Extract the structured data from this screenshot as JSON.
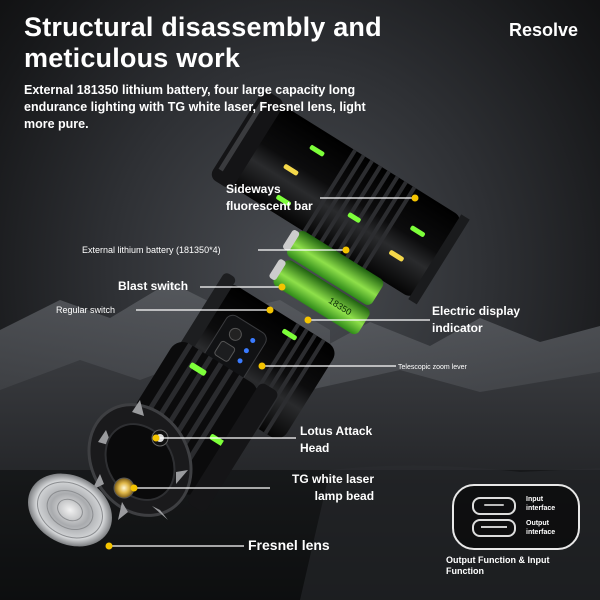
{
  "header": {
    "title_line1": "Structural disassembly and",
    "title_line2": "meticulous work",
    "brand": "Resolve"
  },
  "description": "External 181350 lithium battery, four large capacity long endurance lighting with TG white laser, Fresnel lens, light more pure.",
  "battery_print": "18350",
  "callouts": {
    "sideways_bar": "Sideways\nfluorescent bar",
    "battery": "External lithium battery (181350*4)",
    "blast_switch": "Blast switch",
    "regular_switch": "Regular switch",
    "display_indicator": "Electric display\nindicator",
    "zoom_lever": "Telescopic zoom lever",
    "lotus_head": "Lotus Attack\nHead",
    "laser_bead": "TG white laser\nlamp bead",
    "fresnel": "Fresnel lens"
  },
  "ports": {
    "input": "Input\ninterface",
    "output": "Output\ninterface",
    "caption": "Output Function & Input Function"
  },
  "colors": {
    "callout_dot": "#f4c400",
    "glow_green": "#7dff3a",
    "text": "#ffffff"
  }
}
